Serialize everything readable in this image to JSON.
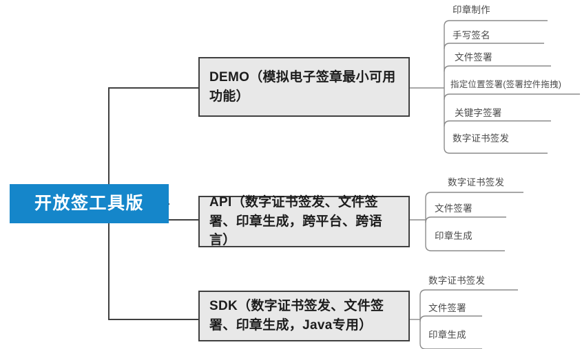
{
  "diagram": {
    "type": "mind-map",
    "title": "开放签工具版",
    "root": {
      "label": "开放签工具版",
      "color": "#1586ca",
      "text_color": "#ffffff"
    },
    "branch_style": {
      "fill": "#e8e8e8",
      "border": "#3f3f3f",
      "text_color": "#1c1c1c"
    },
    "connector_color": "#3f3f3f",
    "leaf_line_color": "#8a8a8a",
    "leaf_text_color": "#4a4a4a",
    "branches": [
      {
        "id": "demo",
        "label": "DEMO（模拟电子签章最小可用功能）",
        "leaves": [
          {
            "label": "印章制作"
          },
          {
            "label": "手写签名"
          },
          {
            "label": "文件签署"
          },
          {
            "label": "指定位置签署(签署控件拖拽)"
          },
          {
            "label": "关键字签署"
          },
          {
            "label": "数字证书签发"
          }
        ]
      },
      {
        "id": "api",
        "label": "API（数字证书签发、文件签署、印章生成，跨平台、跨语言）",
        "leaves": [
          {
            "label": "数字证书签发"
          },
          {
            "label": "文件签署"
          },
          {
            "label": "印章生成"
          }
        ]
      },
      {
        "id": "sdk",
        "label": "SDK（数字证书签发、文件签署、印章生成，Java专用）",
        "leaves": [
          {
            "label": "数字证书签发"
          },
          {
            "label": "文件签署"
          },
          {
            "label": "印章生成"
          }
        ]
      }
    ]
  }
}
